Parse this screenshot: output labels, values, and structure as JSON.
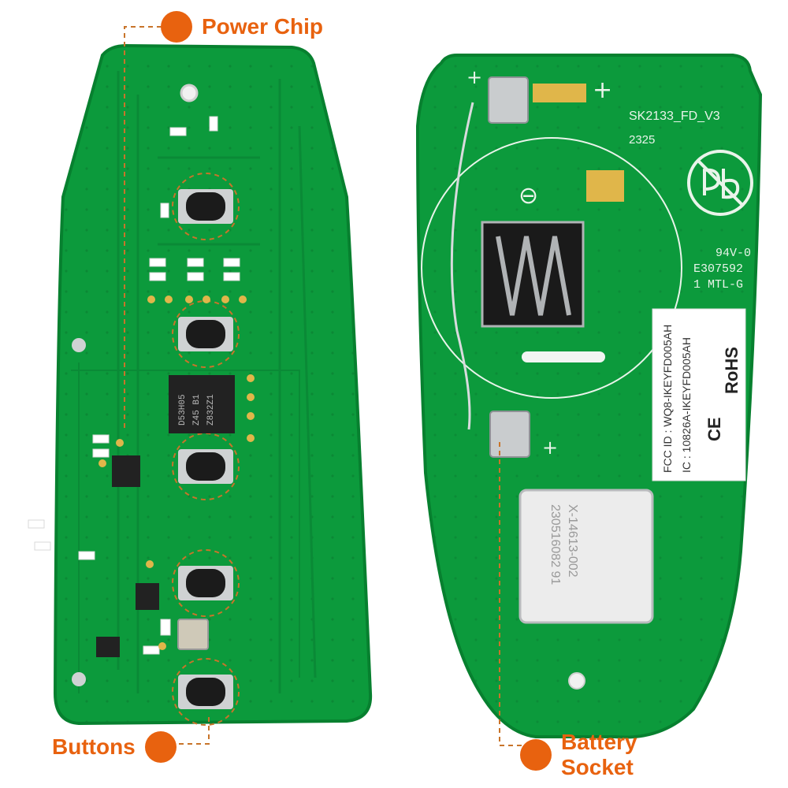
{
  "colors": {
    "pcb_green": "#0c9a3c",
    "pcb_dark": "#07802f",
    "trace": "#0a8a36",
    "silkscreen": "#e9f4ea",
    "callout_orange": "#e8620f",
    "metal": "#c9ccce",
    "button_black": "#1b1b1b"
  },
  "callouts": {
    "power_chip": "Power Chip",
    "buttons": "Buttons",
    "battery_socket_line1": "Battery",
    "battery_socket_line2": "Socket"
  },
  "front_board": {
    "chip_marking": [
      "D53H05",
      "Z45 B1",
      "Z832Z1"
    ]
  },
  "back_board": {
    "board_id": "SK2133_FD_V3",
    "date_code": "2325",
    "ul_mark": [
      "94V-0",
      "E307592",
      "1 MTL-G"
    ],
    "label": {
      "fcc": "FCC ID : WQ8-IKEYFD005AH",
      "ic": "IC : 10826A-IKEYFD005AH",
      "ce": "CE",
      "rohs": "RoHS"
    },
    "module": {
      "line1": "X-14613-002",
      "line2": "230516082 91"
    },
    "battery_negative": "⊖",
    "plus_marks": [
      "+",
      "+",
      "+"
    ]
  }
}
